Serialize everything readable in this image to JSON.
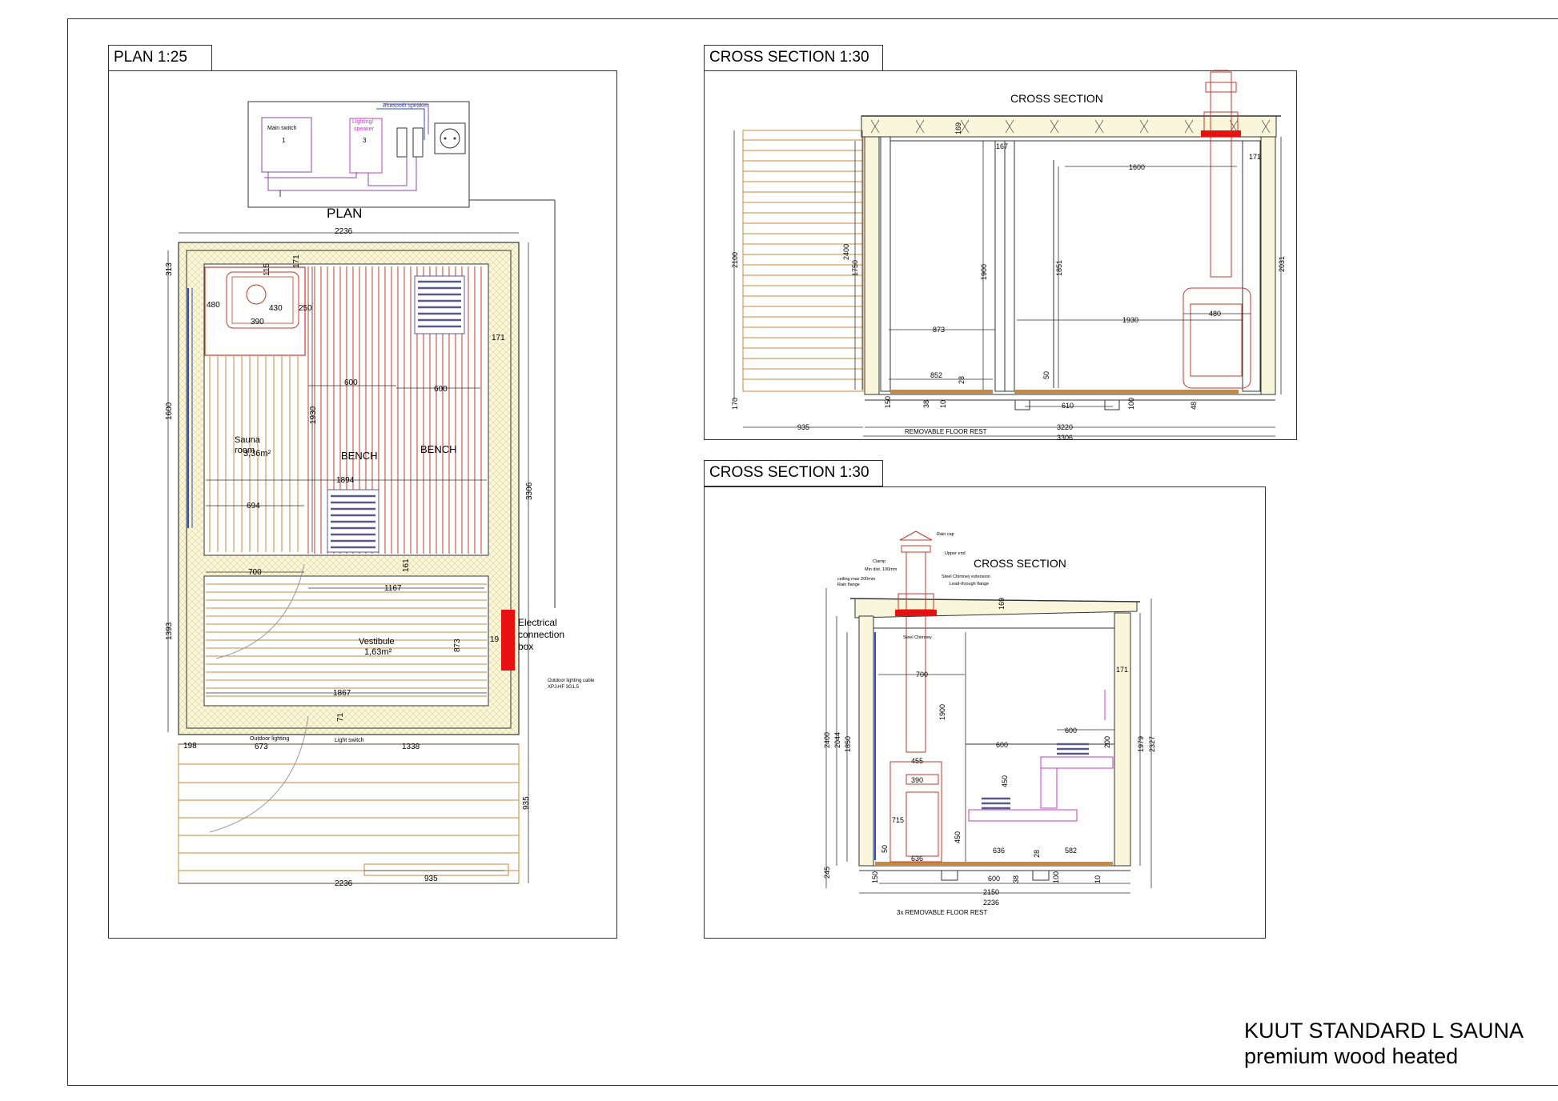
{
  "title": {
    "line1": "KUUT STANDARD L SAUNA",
    "line2": "premium wood heated"
  },
  "panels": {
    "plan": {
      "tab": "PLAN 1:25",
      "heading": "PLAN",
      "electrical": {
        "main_switch": "Main switch",
        "main_switch_num": "1",
        "lighting": "Lighting/",
        "lighting2": "speaker",
        "lighting_num": "3",
        "bluetooth": "Bluetooth speaker"
      },
      "labels": {
        "sauna_room": "Sauna",
        "sauna_room2": "room",
        "sauna_area": "3,36m²",
        "bench1": "BENCH",
        "bench2": "BENCH",
        "vestibule": "Vestibule",
        "vestibule_area": "1,63m²",
        "electrical_box": "Electrical",
        "electrical_box2": "connection",
        "electrical_box3": "box",
        "outdoor_cable": "Outdoor lighting cable",
        "outdoor_cable2": "XPJ-HF 3G1,5",
        "outdoor_lighting": "Outdoor lighting",
        "light_switch": "Light switch"
      },
      "dims": {
        "d2236_top": "2236",
        "d313": "313",
        "d115": "115",
        "d171_top": "171",
        "d480": "480",
        "d430": "430",
        "d250": "250",
        "d390": "390",
        "d171_right": "171",
        "d1600": "1600",
        "d1930": "1930",
        "d600a": "600",
        "d600b": "600",
        "d1894": "1894",
        "d694": "694",
        "d3306": "3306",
        "d700": "700",
        "d161": "161",
        "d1167": "1167",
        "d873": "873",
        "d19": "19",
        "d1393": "1393",
        "d1867": "1867",
        "d71": "71",
        "d198": "198",
        "d673": "673",
        "d1338": "1338",
        "d935_right": "935",
        "d935_bottom": "935",
        "d2236_bottom": "2236"
      }
    },
    "section1": {
      "tab": "CROSS SECTION 1:30",
      "heading": "CROSS SECTION",
      "labels": {
        "removable_floor": "REMOVABLE FLOOR REST"
      },
      "dims": {
        "d169": "169",
        "d167": "167",
        "d1600": "1600",
        "d171": "171",
        "d2100": "2100",
        "d2400": "2400",
        "d1750": "1750",
        "d1900": "1900",
        "d1851": "1851",
        "d2031": "2031",
        "d873": "873",
        "d1930": "1930",
        "d480": "480",
        "d852": "852",
        "d28": "28",
        "d50": "50",
        "d170": "170",
        "d150": "150",
        "d38": "38",
        "d10": "10",
        "d610": "610",
        "d100": "100",
        "d48": "48",
        "d935": "935",
        "d3220": "3220",
        "d3306": "3306"
      }
    },
    "section2": {
      "tab": "CROSS SECTION 1:30",
      "heading": "CROSS SECTION",
      "labels": {
        "rain_cap": "Rain cap",
        "upper_end": "Upper end",
        "clamp": "Clamp",
        "min_dist": "Min dist. 100mm",
        "ceiling_max": "ceiling max 200mm",
        "rain_flange": "Rain flange",
        "steel_ext": "Steel Chimney extension",
        "lead_flange": "Lead-through flange",
        "steel_chimney": "Steel Chimney",
        "removable_floor": "3x REMOVABLE FLOOR REST"
      },
      "dims": {
        "d169": "169",
        "d171": "171",
        "d700": "700",
        "d1900": "1900",
        "d600a": "600",
        "d600b": "600",
        "d200": "200",
        "d2400": "2400",
        "d2044": "2044",
        "d1850": "1850",
        "d1979": "1979",
        "d2327": "2327",
        "d455": "455",
        "d390": "390",
        "d450a": "450",
        "d450b": "450",
        "d715": "715",
        "d50": "50",
        "d636a": "636",
        "d636b": "636",
        "d28": "28",
        "d582": "582",
        "d245": "245",
        "d150": "150",
        "d600c": "600",
        "d38": "38",
        "d100": "100",
        "d10": "10",
        "d2150": "2150",
        "d2236": "2236"
      }
    }
  },
  "colors": {
    "frame": "#333333",
    "wood": "#c8893a",
    "red_line": "#c0392b",
    "purple": "#8e44ad",
    "magenta": "#c040c0",
    "blue": "#2e4fbf",
    "box_red": "#e81010",
    "insulation": "#e8e0a0",
    "bench_grey": "#5a5a8a"
  }
}
